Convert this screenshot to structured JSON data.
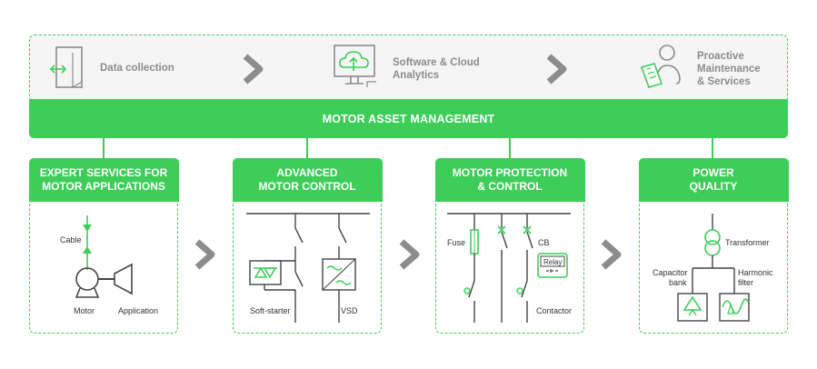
{
  "top": {
    "items": [
      {
        "label_lines": [
          "Data collection"
        ],
        "icon": "data-collection-icon"
      },
      {
        "label_lines": [
          "Software & Cloud",
          "Analytics"
        ],
        "icon": "cloud-monitor-icon"
      },
      {
        "label_lines": [
          "Proactive",
          "Maintenance",
          "& Services"
        ],
        "icon": "clipboard-person-icon"
      }
    ],
    "banner": "MOTOR ASSET MANAGEMENT"
  },
  "cards": [
    {
      "title_lines": [
        "EXPERT SERVICES FOR",
        "MOTOR APPLICATIONS"
      ],
      "labels": {
        "cable": "Cable",
        "motor": "Motor",
        "application": "Application"
      }
    },
    {
      "title_lines": [
        "ADVANCED",
        "MOTOR CONTROL"
      ],
      "labels": {
        "soft_starter": "Soft-starter",
        "vsd": "VSD"
      }
    },
    {
      "title_lines": [
        "MOTOR PROTECTION",
        "& CONTROL"
      ],
      "labels": {
        "fuse": "Fuse",
        "cb": "CB",
        "relay": "Relay",
        "contactor": "Contactor"
      }
    },
    {
      "title_lines": [
        "POWER",
        "QUALITY"
      ],
      "labels": {
        "transformer": "Transformer",
        "capacitor_1": "Capacitor",
        "capacitor_2": "bank",
        "harmonic_1": "Harmonic",
        "harmonic_2": "filter"
      }
    }
  ],
  "colors": {
    "accent": "#3dcd58",
    "gray": "#8c8c8c"
  }
}
